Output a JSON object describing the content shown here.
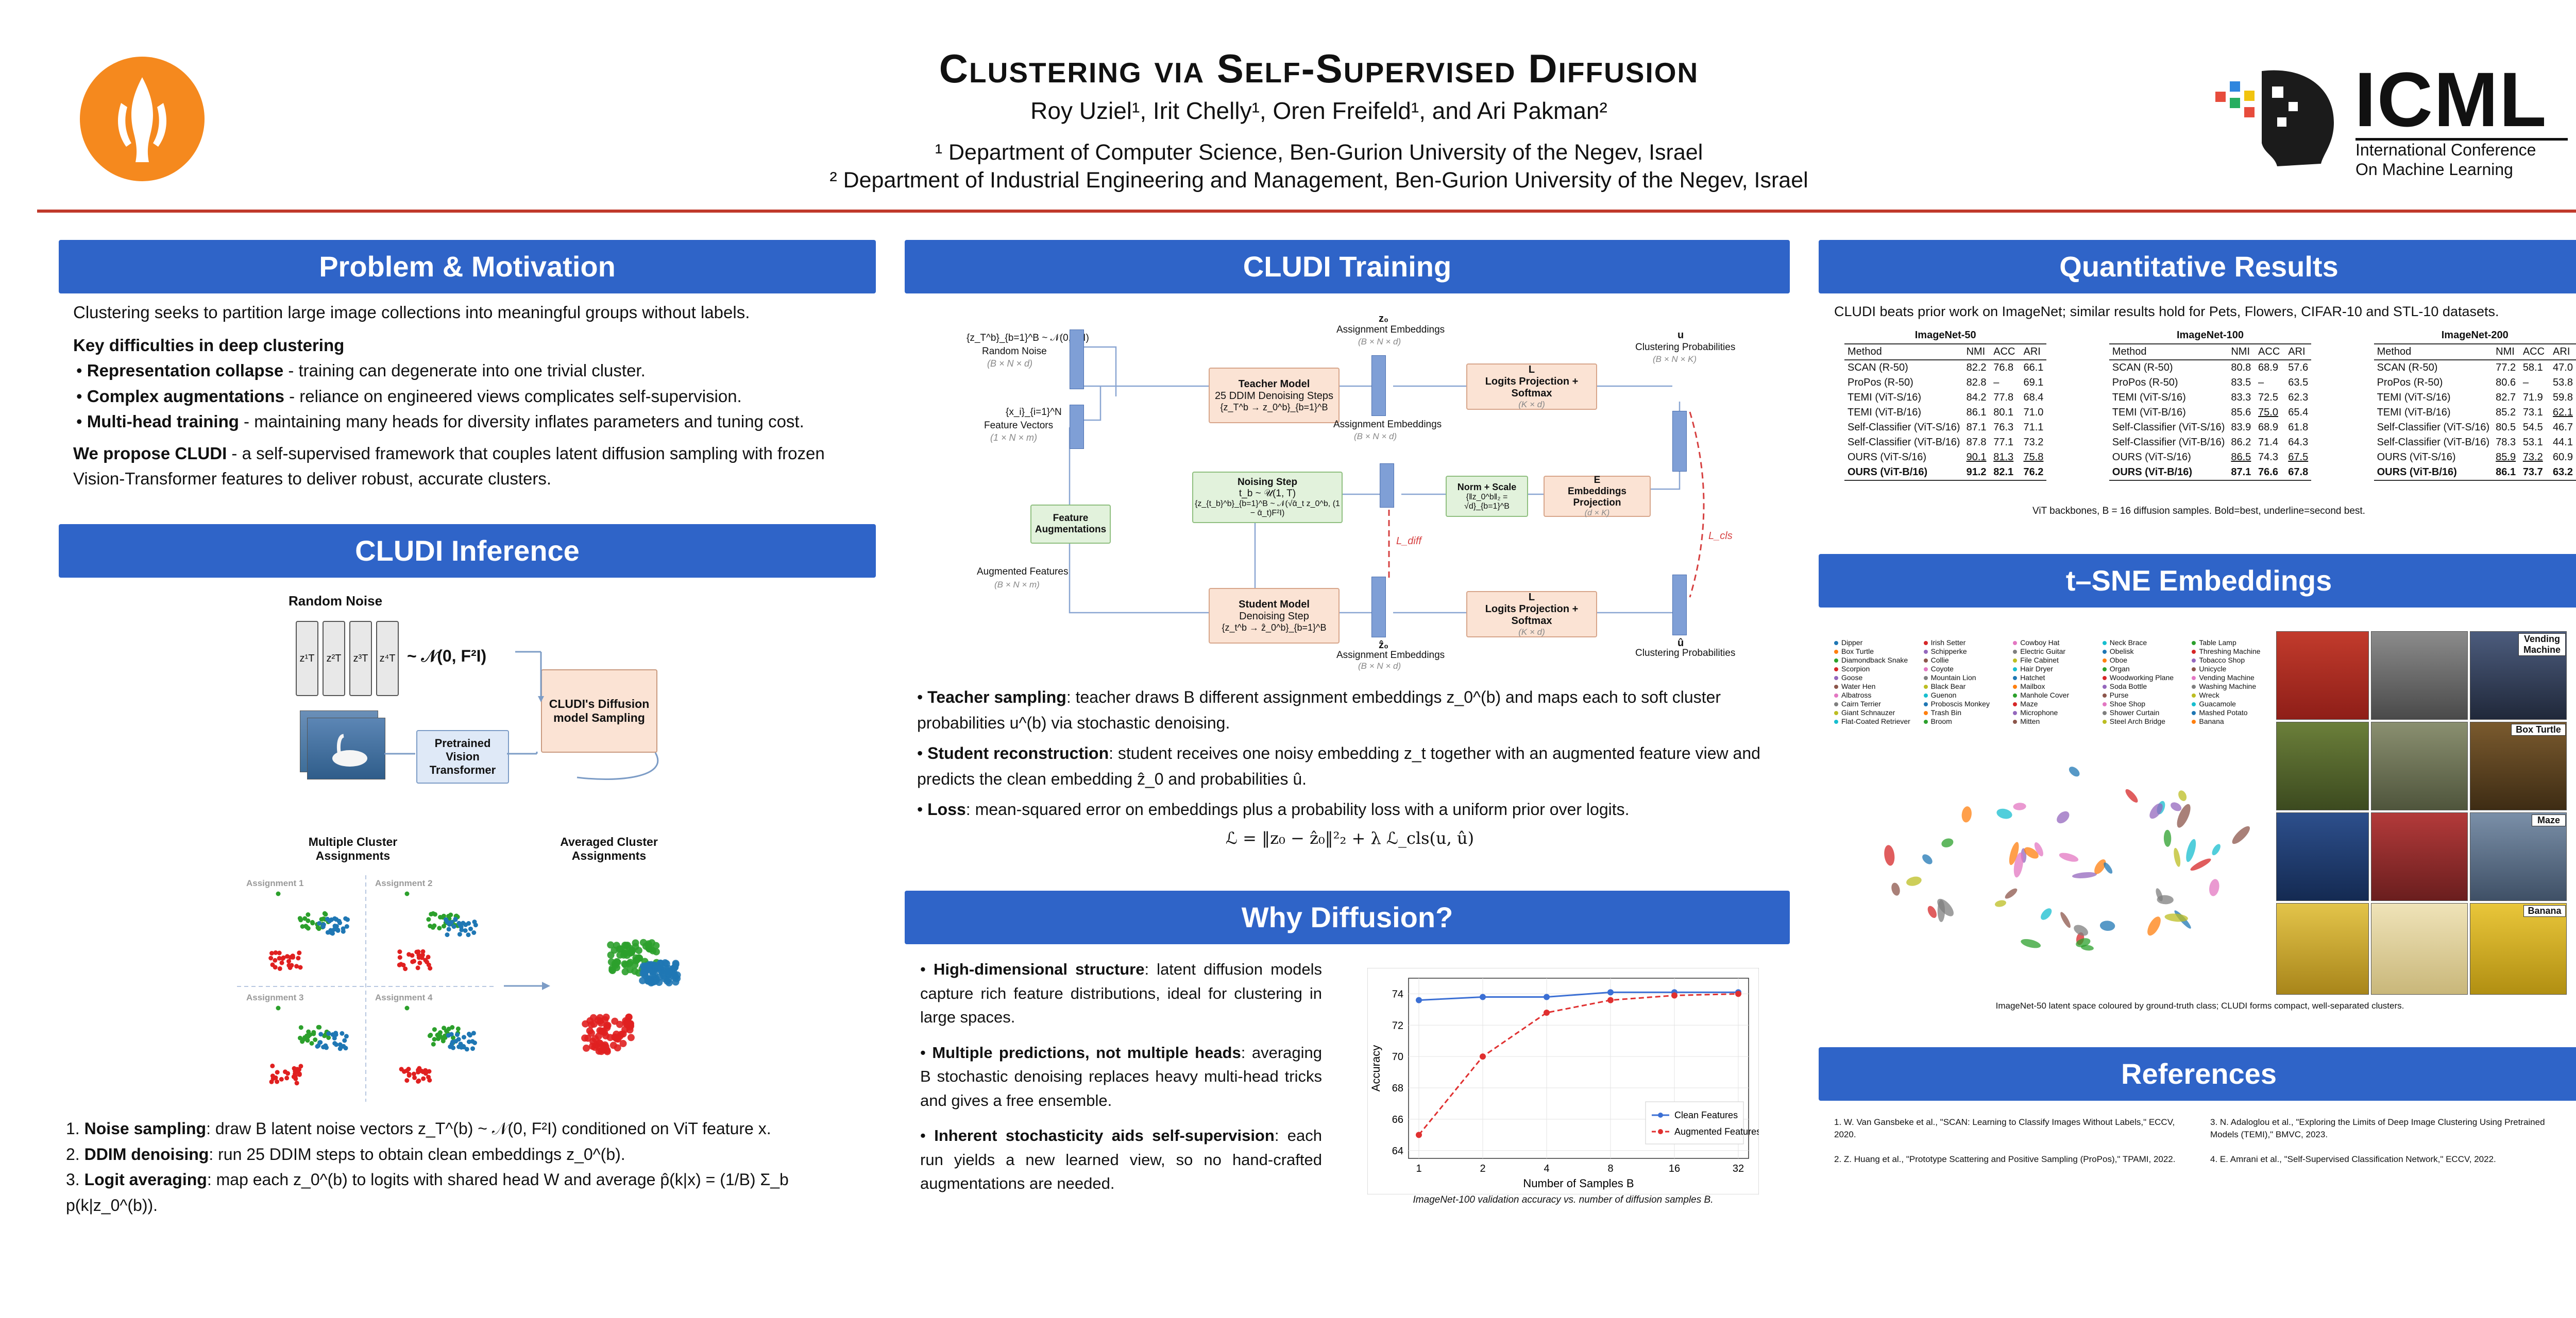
{
  "header": {
    "title": "Clustering via Self-Supervised Diffusion",
    "authors": "Roy Uziel¹, Irit Chelly¹, Oren Freifeld¹, and Ari Pakman²",
    "aff1": "¹ Department of Computer Science, Ben-Gurion University of the Negev, Israel",
    "aff2": "² Department of Industrial Engineering and Management, Ben-Gurion University of the Negev, Israel",
    "icml_short": "ICML",
    "icml_long1": "International Conference",
    "icml_long2": "On Machine Learning"
  },
  "problem": {
    "heading": "Problem & Motivation",
    "intro": "Clustering seeks to partition large image collections into meaningful groups without labels.",
    "difficulties_title": "Key difficulties in deep clustering",
    "items": [
      {
        "bold": "Representation collapse",
        "text": " - training can degenerate into one trivial cluster."
      },
      {
        "bold": "Complex augmentations",
        "text": " - reliance on engineered views complicates self-supervision."
      },
      {
        "bold": "Multi-head training",
        "text": " - maintaining many heads for diversity inflates parameters and tuning cost."
      }
    ],
    "propose_bold": "We propose CLUDI",
    "propose_text": " - a self-supervised framework that couples latent diffusion sampling with frozen Vision-Transformer features to deliver robust, accurate clusters."
  },
  "inference": {
    "heading": "CLUDI Inference",
    "random_noise": "Random Noise",
    "noise_dist": "~ 𝒩(0, F²I)",
    "zt": [
      "z¹T",
      "z²T",
      "z³T",
      "z⁴T"
    ],
    "vit": "Pretrained Vision Transformer",
    "sampler": "CLUDI's Diffusion model Sampling",
    "multi_label": "Multiple Cluster Assignments",
    "avg_label": "Averaged Cluster Assignments",
    "assignments": [
      "Assignment 1",
      "Assignment 2",
      "Assignment 3",
      "Assignment 4"
    ],
    "steps": [
      {
        "bold": "Noise sampling",
        "text": ": draw B latent noise vectors z_T^(b) ~ 𝒩(0, F²I) conditioned on ViT feature x."
      },
      {
        "bold": "DDIM denoising",
        "text": ": run 25 DDIM steps to obtain clean embeddings z_0^(b)."
      },
      {
        "bold": "Logit averaging",
        "text": ": map each z_0^(b) to logits with shared head W and average p̂(k|x) = (1/B) Σ_b p(k|z_0^(b))."
      }
    ]
  },
  "training": {
    "heading": "CLUDI Training",
    "labels": {
      "random_noise_eq": "{z_T^b}_{b=1}^B ~ 𝒩(0, F²I)",
      "random_noise": "Random Noise",
      "random_noise_dim": "(B × N × d)",
      "feature_vectors_eq": "{x_i}_{i=1}^N",
      "feature_vectors": "Feature Vectors",
      "feature_vectors_dim": "(1 × N × m)",
      "teacher_title": "Teacher Model",
      "teacher_sub": "25 DDIM Denoising Steps",
      "teacher_eq": "{z_T^b → z_0^b}_{b=1}^B",
      "z0_top": "z₀",
      "assign_emb": "Assignment Embeddings",
      "assign_dim": "(B × N × d)",
      "logits_title": "L",
      "logits_text": "Logits Projection + Softmax",
      "logits_dim": "(K × d)",
      "u_top": "u",
      "cluster_probs": "Clustering Probabilities",
      "cluster_dim": "(B × N × K)",
      "noising_title": "Noising Step",
      "noising_eq1": "t_b ~ 𝒰(1, T)",
      "noising_eq2": "{z_{t_b}^b}_{b=1}^B ~ 𝒩(√ᾱ_t z_0^b, (1 − ᾱ_t)F²I)",
      "norm_title": "Norm + Scale",
      "norm_eq": "{‖z_0^b‖₂ = √d}_{b=1}^B",
      "embproj_title": "E",
      "embproj_text": "Embeddings Projection",
      "embproj_dim": "(d × K)",
      "feat_aug": "Feature Augmentations",
      "aug_features": "Augmented Features",
      "aug_dim": "(B × N × m)",
      "student_title": "Student Model",
      "student_sub": "Denoising Step",
      "student_eq": "{z_t^b → ẑ_0^b}_{b=1}^B",
      "z0_bottom": "ẑ₀",
      "u_bottom": "û",
      "ldiff": "L_diff",
      "lcls": "L_cls"
    },
    "bullets": [
      {
        "bold": "Teacher sampling",
        "text": ": teacher draws B different assignment embeddings z_0^(b) and maps each to soft cluster probabilities u^(b) via stochastic denoising."
      },
      {
        "bold": "Student reconstruction",
        "text": ": student receives one noisy embedding z_t together with an augmented feature view and predicts the clean embedding ẑ_0 and probabilities û."
      },
      {
        "bold": "Loss",
        "text": ": mean-squared error on embeddings plus a probability loss with a uniform prior over logits."
      }
    ],
    "loss_eq": "ℒ = ‖z₀ − ẑ₀‖²₂ + λ ℒ_cls(u, û)"
  },
  "why": {
    "heading": "Why Diffusion?",
    "bullets": [
      {
        "bold": "High-dimensional structure",
        "text": ": latent diffusion models capture rich feature distributions, ideal for clustering in large spaces."
      },
      {
        "bold": "Multiple predictions, not multiple heads",
        "text": ": averaging B stochastic denoising replaces heavy multi-head tricks and gives a free ensemble."
      },
      {
        "bold": "Inherent stochasticity aids self-supervision",
        "text": ": each run yields a new learned view, so no hand-crafted augmentations are needed."
      }
    ],
    "caption": "ImageNet-100 validation accuracy vs. number of diffusion samples B."
  },
  "chart_data": {
    "type": "line",
    "xlabel": "Number of Samples B",
    "ylabel": "Accuracy",
    "x": [
      1,
      2,
      4,
      8,
      16,
      32
    ],
    "xticks": [
      1,
      2,
      4,
      8,
      16,
      32
    ],
    "ylim": [
      63.5,
      75
    ],
    "yticks": [
      64,
      66,
      68,
      70,
      72,
      74
    ],
    "grid": true,
    "legend_position": "bottom-right",
    "series": [
      {
        "name": "Clean Features",
        "color": "#3b6fd4",
        "style": "solid",
        "marker": "circle",
        "values": [
          73.6,
          73.8,
          73.8,
          74.1,
          74.1,
          74.1
        ]
      },
      {
        "name": "Augmented Features",
        "color": "#e03030",
        "style": "dashed",
        "marker": "circle",
        "values": [
          65.0,
          70.0,
          72.8,
          73.6,
          73.9,
          74.0
        ]
      }
    ]
  },
  "quant": {
    "heading": "Quantitative Results",
    "intro": "CLUDI beats prior work on ImageNet; similar results hold for Pets, Flowers, CIFAR-10 and STL-10 datasets.",
    "columns": [
      "Method",
      "NMI",
      "ACC",
      "ARI"
    ],
    "tables": [
      {
        "title": "ImageNet-50",
        "rows": [
          [
            "SCAN (R-50)",
            "82.2",
            "76.8",
            "66.1"
          ],
          [
            "ProPos (R-50)",
            "82.8",
            "–",
            "69.1"
          ],
          [
            "TEMI (ViT-S/16)",
            "84.2",
            "77.8",
            "68.4"
          ],
          [
            "TEMI (ViT-B/16)",
            "86.1",
            "80.1",
            "71.0"
          ],
          [
            "Self-Classifier (ViT-S/16)",
            "87.1",
            "76.3",
            "71.1"
          ],
          [
            "Self-Classifier (ViT-B/16)",
            "87.8",
            "77.1",
            "73.2"
          ],
          [
            "OURS (ViT-S/16)",
            "90.1",
            "81.3",
            "75.8"
          ],
          [
            "OURS (ViT-B/16)",
            "91.2",
            "82.1",
            "76.2"
          ]
        ],
        "underline": [
          [
            6,
            1
          ],
          [
            6,
            2
          ],
          [
            6,
            3
          ]
        ]
      },
      {
        "title": "ImageNet-100",
        "rows": [
          [
            "SCAN (R-50)",
            "80.8",
            "68.9",
            "57.6"
          ],
          [
            "ProPos (R-50)",
            "83.5",
            "–",
            "63.5"
          ],
          [
            "TEMI (ViT-S/16)",
            "83.3",
            "72.5",
            "62.3"
          ],
          [
            "TEMI (ViT-B/16)",
            "85.6",
            "75.0",
            "65.4"
          ],
          [
            "Self-Classifier (ViT-S/16)",
            "83.9",
            "68.9",
            "61.8"
          ],
          [
            "Self-Classifier (ViT-B/16)",
            "86.2",
            "71.4",
            "64.3"
          ],
          [
            "OURS (ViT-S/16)",
            "86.5",
            "74.3",
            "67.5"
          ],
          [
            "OURS (ViT-B/16)",
            "87.1",
            "76.6",
            "67.8"
          ]
        ],
        "underline": [
          [
            3,
            2
          ],
          [
            6,
            1
          ],
          [
            6,
            3
          ]
        ]
      },
      {
        "title": "ImageNet-200",
        "rows": [
          [
            "SCAN (R-50)",
            "77.2",
            "58.1",
            "47.0"
          ],
          [
            "ProPos (R-50)",
            "80.6",
            "–",
            "53.8"
          ],
          [
            "TEMI (ViT-S/16)",
            "82.7",
            "71.9",
            "59.8"
          ],
          [
            "TEMI (ViT-B/16)",
            "85.2",
            "73.1",
            "62.1"
          ],
          [
            "Self-Classifier (ViT-S/16)",
            "80.5",
            "54.5",
            "46.7"
          ],
          [
            "Self-Classifier (ViT-B/16)",
            "78.3",
            "53.1",
            "44.1"
          ],
          [
            "OURS (ViT-S/16)",
            "85.9",
            "73.2",
            "60.9"
          ],
          [
            "OURS (ViT-B/16)",
            "86.1",
            "73.7",
            "63.2"
          ]
        ],
        "underline": [
          [
            3,
            3
          ],
          [
            6,
            1
          ],
          [
            6,
            2
          ]
        ]
      }
    ],
    "note": "ViT backbones, B = 16 diffusion samples. Bold=best, underline=second best."
  },
  "tsne": {
    "heading": "t–SNE Embeddings",
    "legend": [
      [
        "Dipper",
        "Box Turtle",
        "Diamondback Snake",
        "Scorpion",
        "Goose",
        "Water Hen",
        "Albatross",
        "Cairn Terrier",
        "Giant Schnauzer",
        "Flat-Coated Retriever"
      ],
      [
        "Irish Setter",
        "Schipperke",
        "Collie",
        "Coyote",
        "Mountain Lion",
        "Black Bear",
        "Guenon",
        "Proboscis Monkey",
        "Trash Bin",
        "Broom"
      ],
      [
        "Cowboy Hat",
        "Electric Guitar",
        "File Cabinet",
        "Hair Dryer",
        "Hatchet",
        "Mailbox",
        "Manhole Cover",
        "Maze",
        "Microphone",
        "Mitten"
      ],
      [
        "Neck Brace",
        "Obelisk",
        "Oboe",
        "Organ",
        "Woodworking Plane",
        "Soda Bottle",
        "Purse",
        "Shoe Shop",
        "Shower Curtain",
        "Steel Arch Bridge"
      ],
      [
        "Table Lamp",
        "Threshing Machine",
        "Tobacco Shop",
        "Unicycle",
        "Vending Machine",
        "Washing Machine",
        "Wreck",
        "Guacamole",
        "Mashed Potato",
        "Banana"
      ]
    ],
    "legend_colors": [
      "#1f77b4",
      "#ff7f0e",
      "#2ca02c",
      "#d62728",
      "#9467bd",
      "#8c564b",
      "#e377c2",
      "#7f7f7f",
      "#bcbd22",
      "#17becf"
    ],
    "photo_labels": [
      "Vending Machine",
      "Box Turtle",
      "Maze",
      "Banana"
    ],
    "caption": "ImageNet-50 latent space coloured by ground-truth class; CLUDI forms compact, well-separated clusters."
  },
  "refs": {
    "heading": "References",
    "items": [
      "1. W. Van Gansbeke et al., \"SCAN: Learning to Classify Images Without Labels,\" ECCV, 2020.",
      "2. Z. Huang et al., \"Prototype Scattering and Positive Sampling (ProPos),\" TPAMI, 2022.",
      "3. N. Adaloglou et al., \"Exploring the Limits of Deep Image Clustering Using Pretrained Models (TEMI),\" BMVC, 2023.",
      "4. E. Amrani et al., \"Self-Supervised Classification Network,\" ECCV, 2022."
    ]
  }
}
